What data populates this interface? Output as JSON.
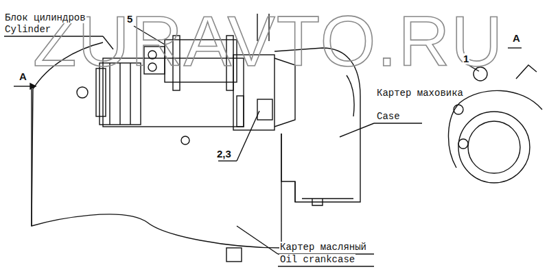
{
  "diagram": {
    "labels": [
      "ZURAVTO.RU",
      "Блок цилиндров",
      "Cylinder",
      "5",
      "A",
      "A",
      "1",
      "Картер маховика",
      "Case",
      "2,3",
      "Картер масляный",
      "Oil crankcase"
    ]
  }
}
